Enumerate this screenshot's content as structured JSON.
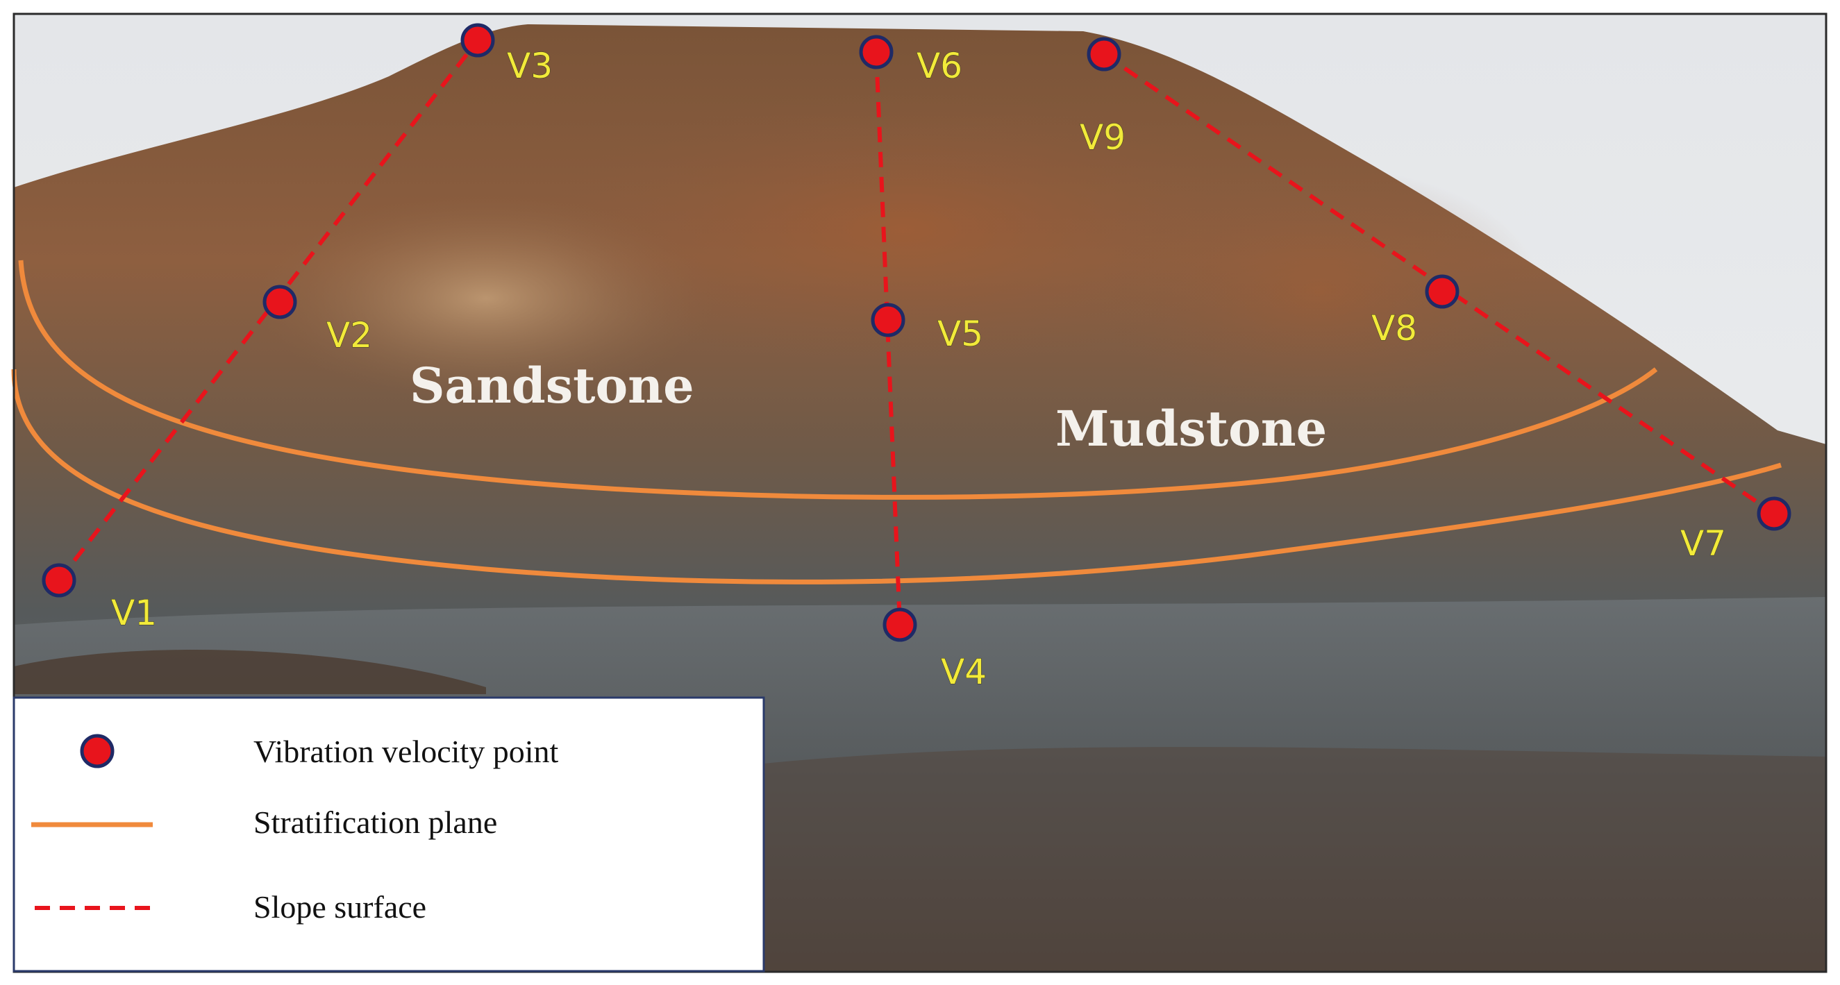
{
  "colors": {
    "marker_fill": "#e8141c",
    "marker_stroke": "#1f2a66",
    "stratification": "#f08a3c",
    "slope_line": "#e8141c",
    "label_yellow": "#f2ea3a",
    "sky": "#e9eaec",
    "hill_brown": "#8a5a3e",
    "rock_gray": "#6d7073"
  },
  "points": {
    "v1": "V1",
    "v2": "V2",
    "v3": "V3",
    "v4": "V4",
    "v5": "V5",
    "v6": "V6",
    "v7": "V7",
    "v8": "V8",
    "v9": "V9"
  },
  "strata": {
    "upper": "Sandstone",
    "lower": "Mudstone"
  },
  "legend": {
    "point_label": "Vibration  velocity  point",
    "plane_label": "Stratification  plane",
    "slope_label": "Slope  surface"
  },
  "icons": {
    "marker": "red-circle-icon",
    "plane": "orange-line-icon",
    "slope": "red-dashed-line-icon"
  }
}
